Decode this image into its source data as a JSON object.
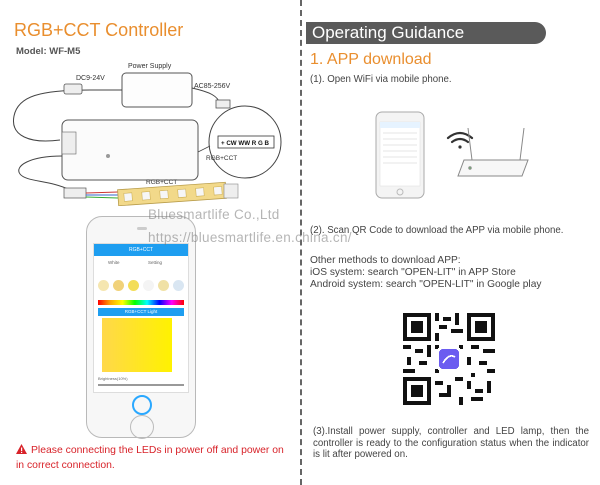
{
  "left": {
    "title": "RGB+CCT Controller",
    "model": "Model: WF-M5",
    "diagram": {
      "power_supply": "Power Supply",
      "dc_input": "DC9-24V",
      "ac_input": "AC85-256V",
      "pins": "+ CW WW R G B",
      "connector_label": "RGB+CCT",
      "strip_label": "RGB+CCT"
    },
    "phone": {
      "app_header": "RGB+CCT",
      "light_header": "RGB+CCT Light",
      "mode_white": "White",
      "mode_setting": "Setting",
      "brightness_label": "Brightness(10%)"
    },
    "warning": "Please connecting the LEDs in power off and power on in correct connection."
  },
  "watermark": {
    "line1": "Bluesmartlife Co.,Ltd",
    "line2": "https://bluesmartlife.en.china.cn/"
  },
  "right": {
    "banner": "Operating Guidance",
    "step1_title": "1. APP download",
    "step1_text": "(1). Open WiFi via mobile phone.",
    "step2_text": "(2). Scan QR Code to download the APP via mobile phone.",
    "other_methods": "Other methods to download APP:",
    "ios": "iOS system: search \"OPEN-LIT\" in APP Store",
    "android": "Android system: search \"OPEN-LIT\" in Google play",
    "step3_text": "(3).Install power supply, controller and LED lamp, then the controller is ready to the configuration status when the indicator is lit after powered on."
  },
  "colors": {
    "accent_orange": "#e98e2e",
    "warning_red": "#d8232a",
    "banner_gray": "#5a5a5a",
    "app_blue": "#1e9ef0"
  }
}
